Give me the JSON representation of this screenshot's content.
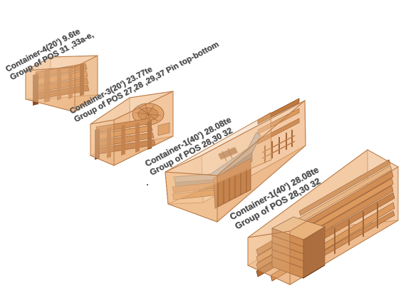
{
  "containers": [
    {
      "line1": "Container-4(20') 9.6te",
      "line2": "Group of POS 31 ,33a-e,"
    },
    {
      "line1": "Container-3(20') 23.77te",
      "line2": "Group of POS 27,28 ,29,37 Pin top-bottom"
    },
    {
      "line1": "Container-1(40') 28.08te",
      "line2": "Group of POS 28,30 32"
    },
    {
      "line1": "Container-1(40') 28.08te",
      "line2": "Group of POS 28,30 32"
    }
  ],
  "colors": {
    "container_fill": "#f3c9a0",
    "container_edge": "#b97a47",
    "cargo_dark": "#8a4a1c",
    "cargo_mid": "#c27a3e",
    "cargo_light": "#e8b47e",
    "steel_grey": "#9aa0a6",
    "label_text": "#4a4a4a"
  }
}
